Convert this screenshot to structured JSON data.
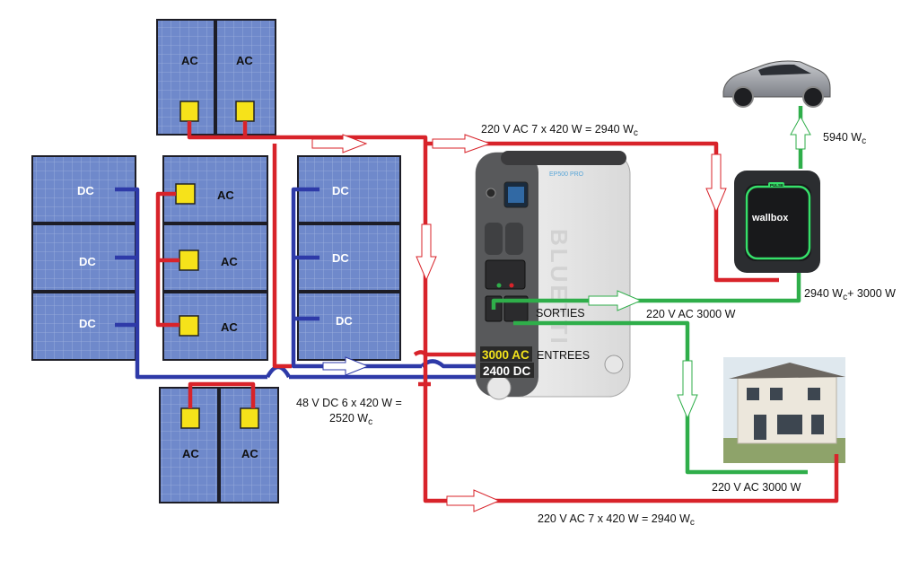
{
  "colors": {
    "ac_wire": "#d8232a",
    "dc_wire": "#2e3aa8",
    "out_wire": "#2fae4a",
    "panel": "#6d86c8",
    "panel_frame": "#1d1d26",
    "micro_inverter": "#f6e21a",
    "input_highlight": "#f2e21b"
  },
  "panels": {
    "ac_label": "AC",
    "dc_label": "DC"
  },
  "labels": {
    "ac_array_top": "220 V AC  7 x 420 W = 2940 W",
    "ac_array_top_sub": "c",
    "ev_total": "5940 W",
    "ev_total_sub": "c",
    "wallbox_feed": "2940 W",
    "wallbox_feed_sub": "c",
    "wallbox_feed_tail": "+ 3000 W",
    "output_ac": "220 V AC 3000 W",
    "sorties": "SORTIES",
    "input_ac": "3000 AC",
    "entrees": "ENTREES",
    "input_dc": "2400 DC",
    "dc_array_line1": "48 V DC 6 x 420 W =",
    "dc_array_line2": "2520 W",
    "dc_array_line2_sub": "c",
    "house_feed": "220 V AC 3000 W",
    "ac_array_bottom": "220 V AC  7 x 420 W = 2940 W",
    "ac_array_bottom_sub": "c"
  },
  "devices": {
    "power_station_brand": "BLUETTI",
    "power_station_model": "EP500 PRO",
    "charger_brand": "wallbox",
    "charger_badge": "PULSE"
  },
  "icons": {
    "vehicle": "car-icon",
    "house": "house-icon",
    "charger": "ev-charger-icon",
    "battery": "power-station-icon"
  }
}
